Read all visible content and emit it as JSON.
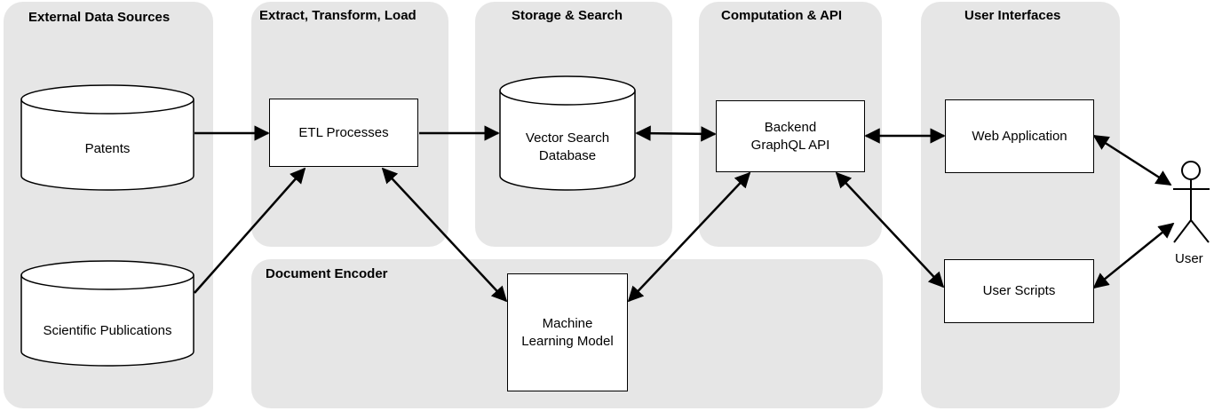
{
  "groups": {
    "external": "External Data Sources",
    "etl": "Extract, Transform, Load",
    "storage": "Storage & Search",
    "compute": "Computation & API",
    "ui": "User Interfaces",
    "encoder": "Document Encoder"
  },
  "nodes": {
    "patents": "Patents",
    "publications": "Scientific Publications",
    "etl_processes": "ETL Processes",
    "vector_db": "Vector Search\nDatabase",
    "backend_api": "Backend\nGraphQL API",
    "web_app": "Web Application",
    "user_scripts": "User Scripts",
    "ml_model": "Machine\nLearning Model",
    "user": "User"
  }
}
